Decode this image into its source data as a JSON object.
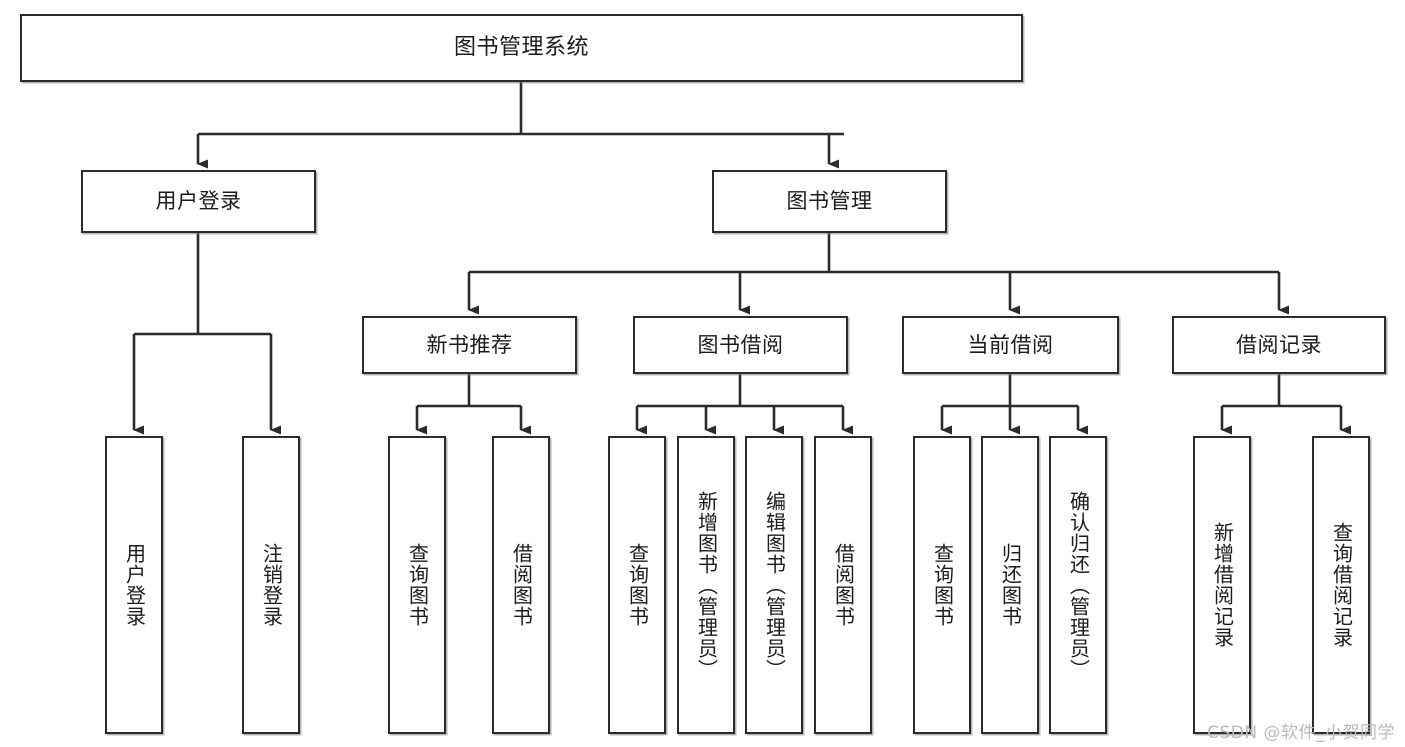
{
  "diagram": {
    "title": "图书管理系统",
    "type": "tree-hierarchy",
    "colors": {
      "stroke": "#2b2b2b",
      "fill": "#ffffff",
      "text": "#1b1b1b",
      "watermark": "#b9b9b9"
    },
    "watermark": "CSDN @软件_小贺同学",
    "nodes": {
      "root": {
        "label": "图书管理系统"
      },
      "level2": [
        {
          "id": "user-login",
          "label": "用户登录"
        },
        {
          "id": "book-manage",
          "label": "图书管理"
        }
      ],
      "level3": [
        {
          "id": "new-book-recommend",
          "label": "新书推荐"
        },
        {
          "id": "book-borrow",
          "label": "图书借阅"
        },
        {
          "id": "current-borrow",
          "label": "当前借阅"
        },
        {
          "id": "borrow-record",
          "label": "借阅记录"
        }
      ],
      "leaves": {
        "user_login": [
          {
            "id": "leaf-user-login",
            "label": "用户登录"
          },
          {
            "id": "leaf-user-logout",
            "label": "注销登录"
          }
        ],
        "new_book_recommend": [
          {
            "id": "leaf-query-book-1",
            "label": "查询图书"
          },
          {
            "id": "leaf-borrow-book-1",
            "label": "借阅图书"
          }
        ],
        "book_borrow": [
          {
            "id": "leaf-query-book-2",
            "label": "查询图书"
          },
          {
            "id": "leaf-add-book",
            "label": "新增图书（管理员）"
          },
          {
            "id": "leaf-edit-book",
            "label": "编辑图书（管理员）"
          },
          {
            "id": "leaf-borrow-book-2",
            "label": "借阅图书"
          }
        ],
        "current_borrow": [
          {
            "id": "leaf-query-book-3",
            "label": "查询图书"
          },
          {
            "id": "leaf-return-book",
            "label": "归还图书"
          },
          {
            "id": "leaf-confirm-return",
            "label": "确认归还（管理员）"
          }
        ],
        "borrow_record": [
          {
            "id": "leaf-add-record",
            "label": "新增借阅记录"
          },
          {
            "id": "leaf-query-record",
            "label": "查询借阅记录"
          }
        ]
      }
    }
  }
}
